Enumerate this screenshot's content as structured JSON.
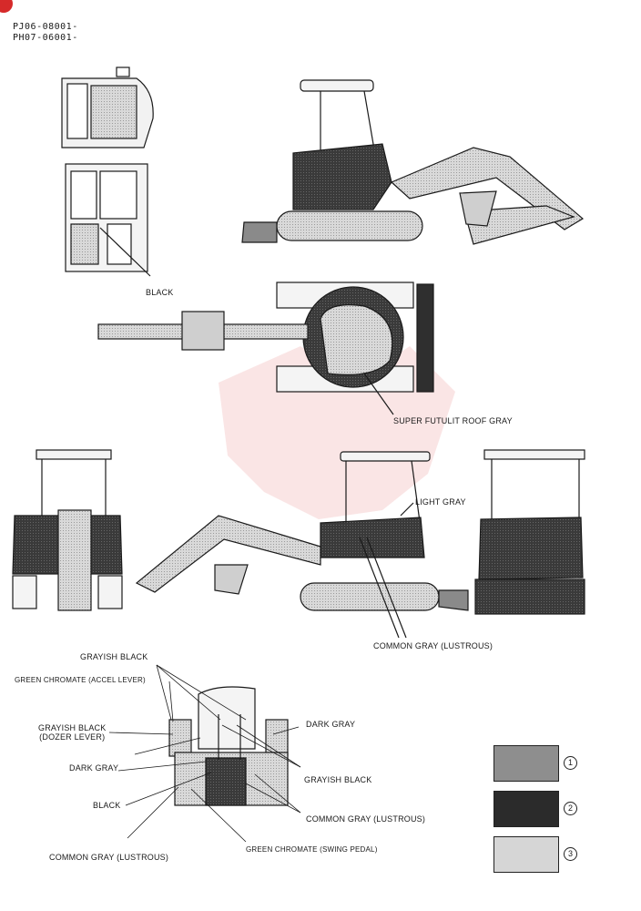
{
  "header": {
    "serial_line_1": "PJ06-08001-",
    "serial_line_2": "PH07-06001-"
  },
  "labels": {
    "black_cab": "BLACK",
    "roof_gray": "SUPER FUTULIT ROOF GRAY",
    "light_gray": "LIGHT GRAY",
    "common_gray_body": "COMMON GRAY (LUSTROUS)",
    "grayish_black_top": "GRAYISH BLACK",
    "green_chromate_accel": "GREEN CHROMATE (ACCEL LEVER)",
    "grayish_black_dozer_1": "GRAYISH BLACK",
    "grayish_black_dozer_2": "(DOZER LEVER)",
    "dark_gray_left": "DARK GRAY",
    "black_seat": "BLACK",
    "common_gray_bottom": "COMMON GRAY (LUSTROUS)",
    "green_chromate_swing": "GREEN CHROMATE (SWING PEDAL)",
    "dark_gray_right": "DARK GRAY",
    "grayish_black_right": "GRAYISH BLACK",
    "common_gray_right": "COMMON GRAY (LUSTROUS)"
  },
  "legend": [
    {
      "number": "1",
      "color": "#8e8e8e"
    },
    {
      "number": "2",
      "color": "#2b2b2b"
    },
    {
      "number": "3",
      "color": "#d6d6d6"
    }
  ],
  "colors": {
    "accent": "#d62a2a",
    "line": "#1a1a1a",
    "body_dark": "#2f2f2f",
    "body_mid": "#8a8a8a",
    "body_light": "#cfcfcf"
  }
}
